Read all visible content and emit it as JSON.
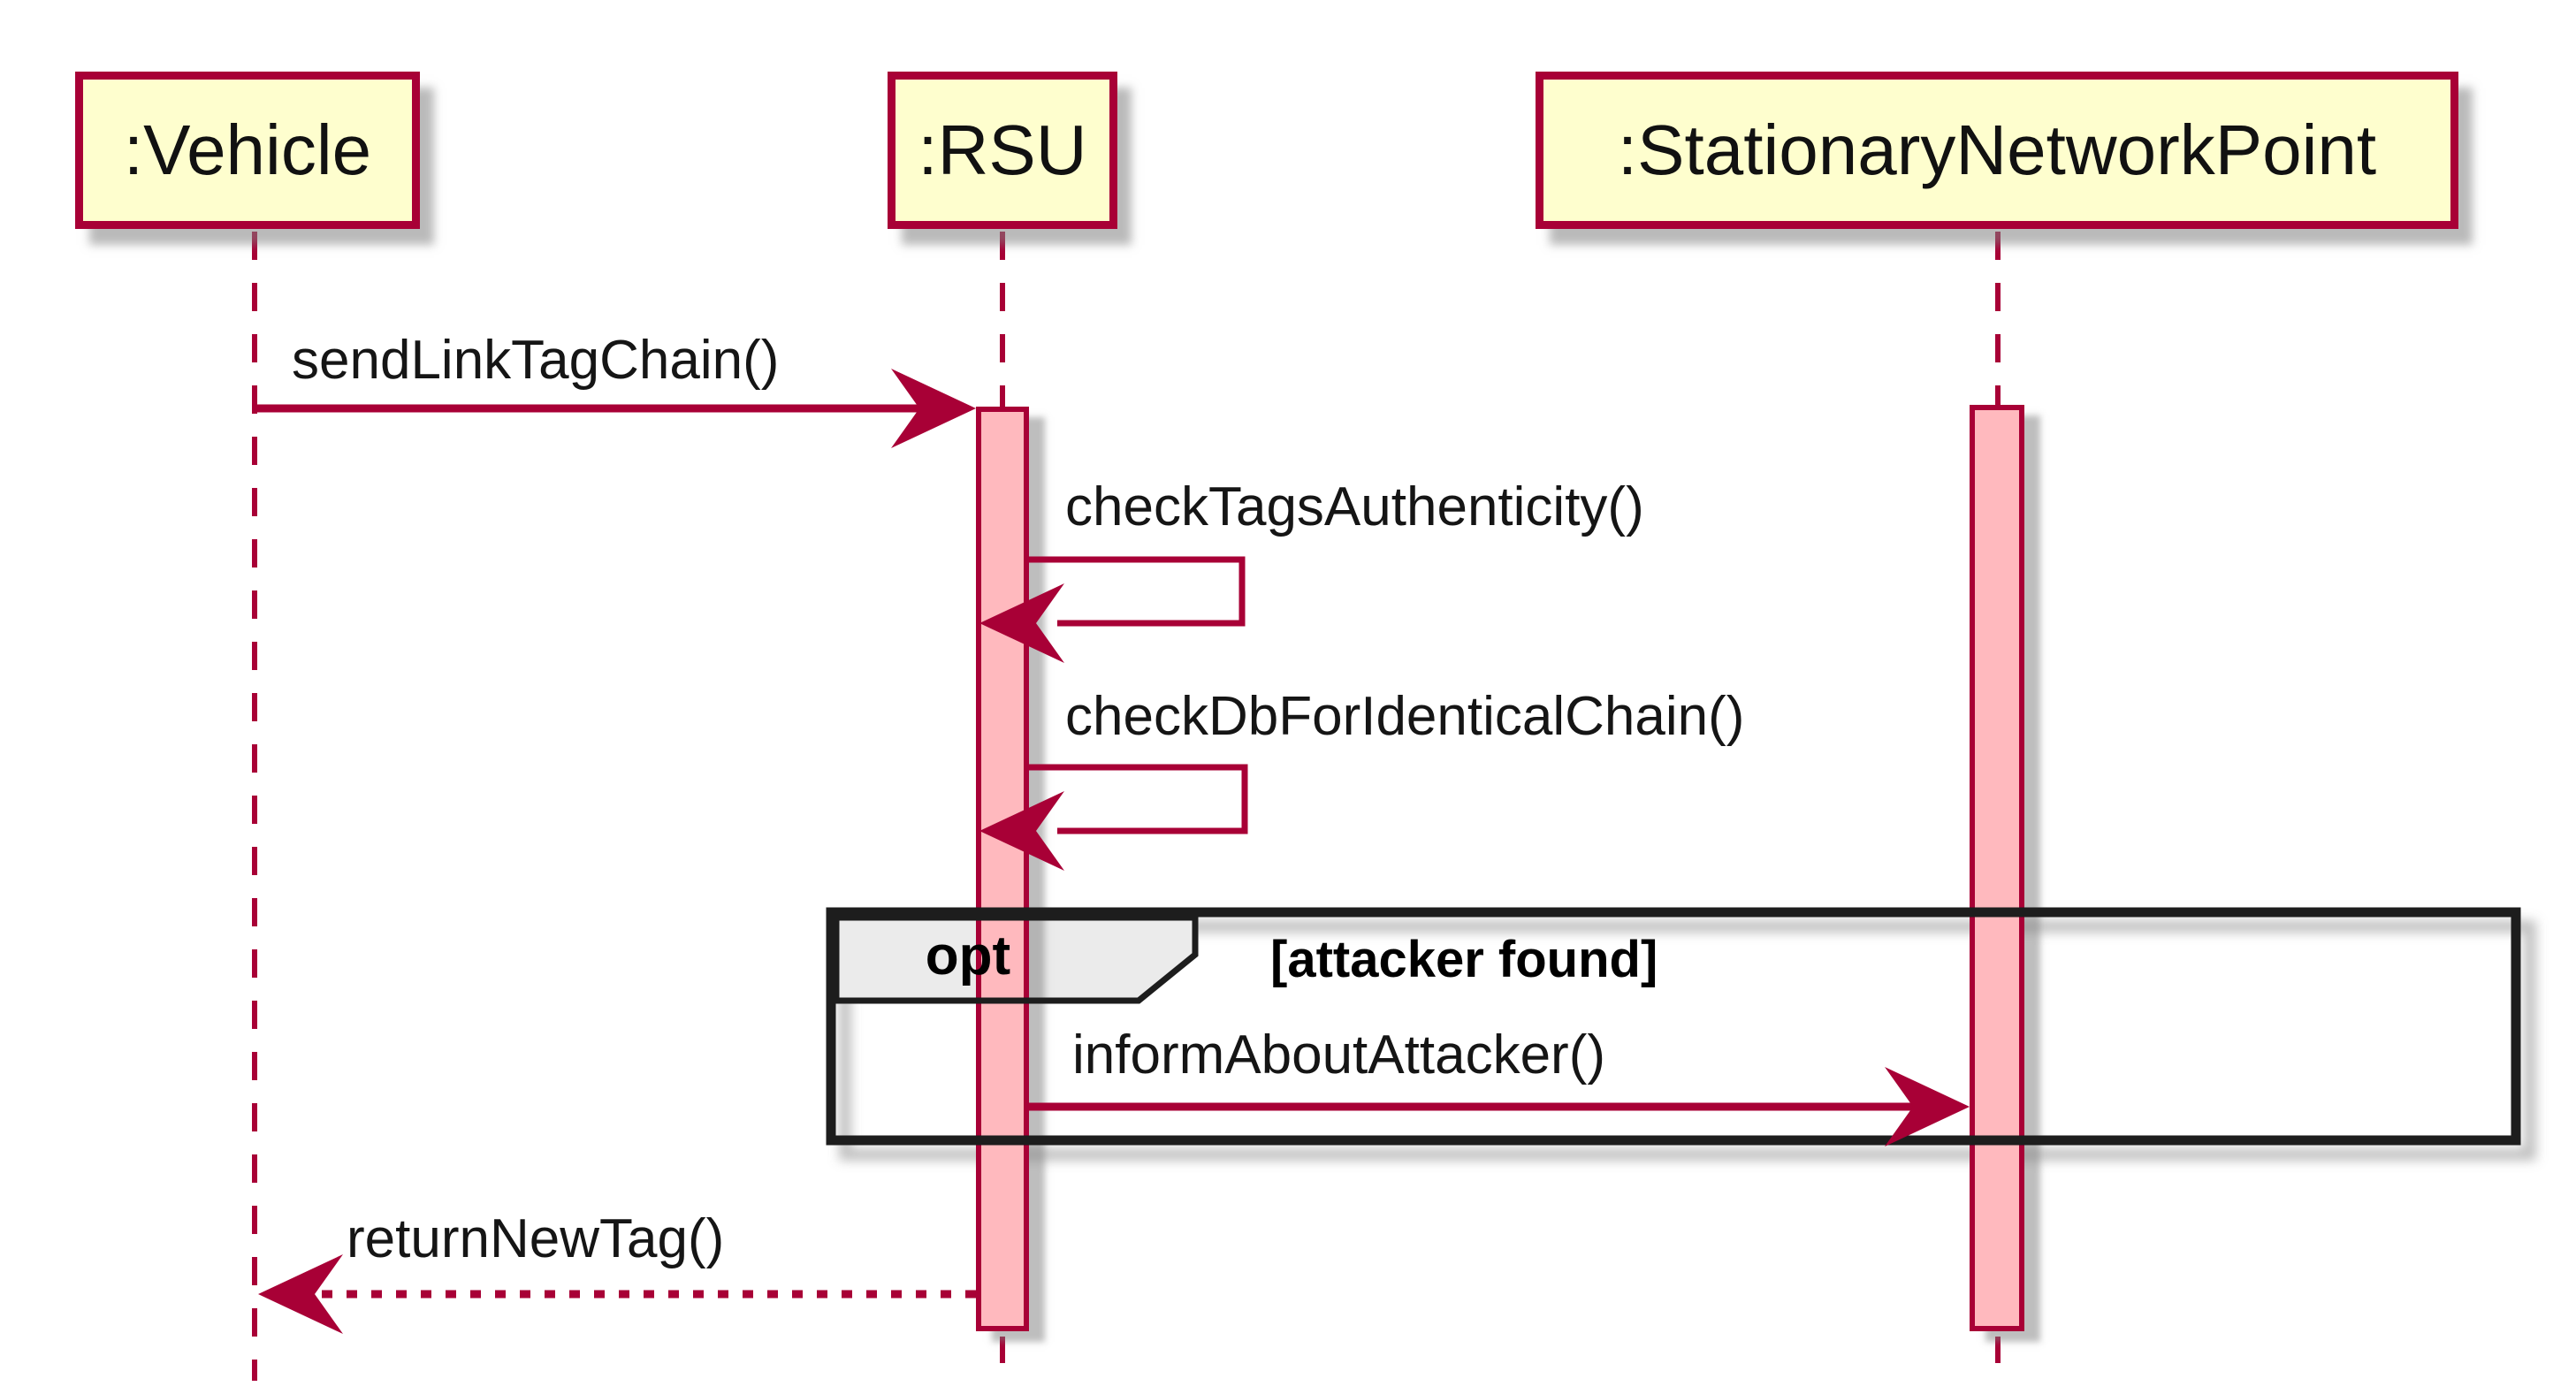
{
  "diagram": {
    "kind": "uml-sequence-diagram",
    "participants": [
      {
        "id": "vehicle",
        "label": ":Vehicle"
      },
      {
        "id": "rsu",
        "label": ":RSU"
      },
      {
        "id": "snp",
        "label": ":StationaryNetworkPoint"
      }
    ],
    "messages": [
      {
        "label": "sendLinkTagChain()",
        "from": ":Vehicle",
        "to": ":RSU",
        "line": "solid",
        "direction": "right"
      },
      {
        "label": "checkTagsAuthenticity()",
        "from": ":RSU",
        "to": ":RSU",
        "line": "solid",
        "direction": "self"
      },
      {
        "label": "checkDbForIdenticalChain()",
        "from": ":RSU",
        "to": ":RSU",
        "line": "solid",
        "direction": "self"
      },
      {
        "label": "informAboutAttacker()",
        "from": ":RSU",
        "to": ":StationaryNetworkPoint",
        "line": "solid",
        "direction": "right"
      },
      {
        "label": "returnNewTag()",
        "from": ":RSU",
        "to": ":Vehicle",
        "line": "dotted",
        "direction": "left"
      }
    ],
    "fragment": {
      "operator": "opt",
      "guard": "[attacker found]"
    },
    "colors": {
      "participant_fill": "#FEFECE",
      "line_stroke": "#A80036",
      "activation_fill": "#FFB9BE",
      "fragment_border": "#1D1D1D",
      "fragment_header_fill": "#EBEBEB",
      "text": "#151515",
      "background": "#FFFFFF"
    }
  }
}
